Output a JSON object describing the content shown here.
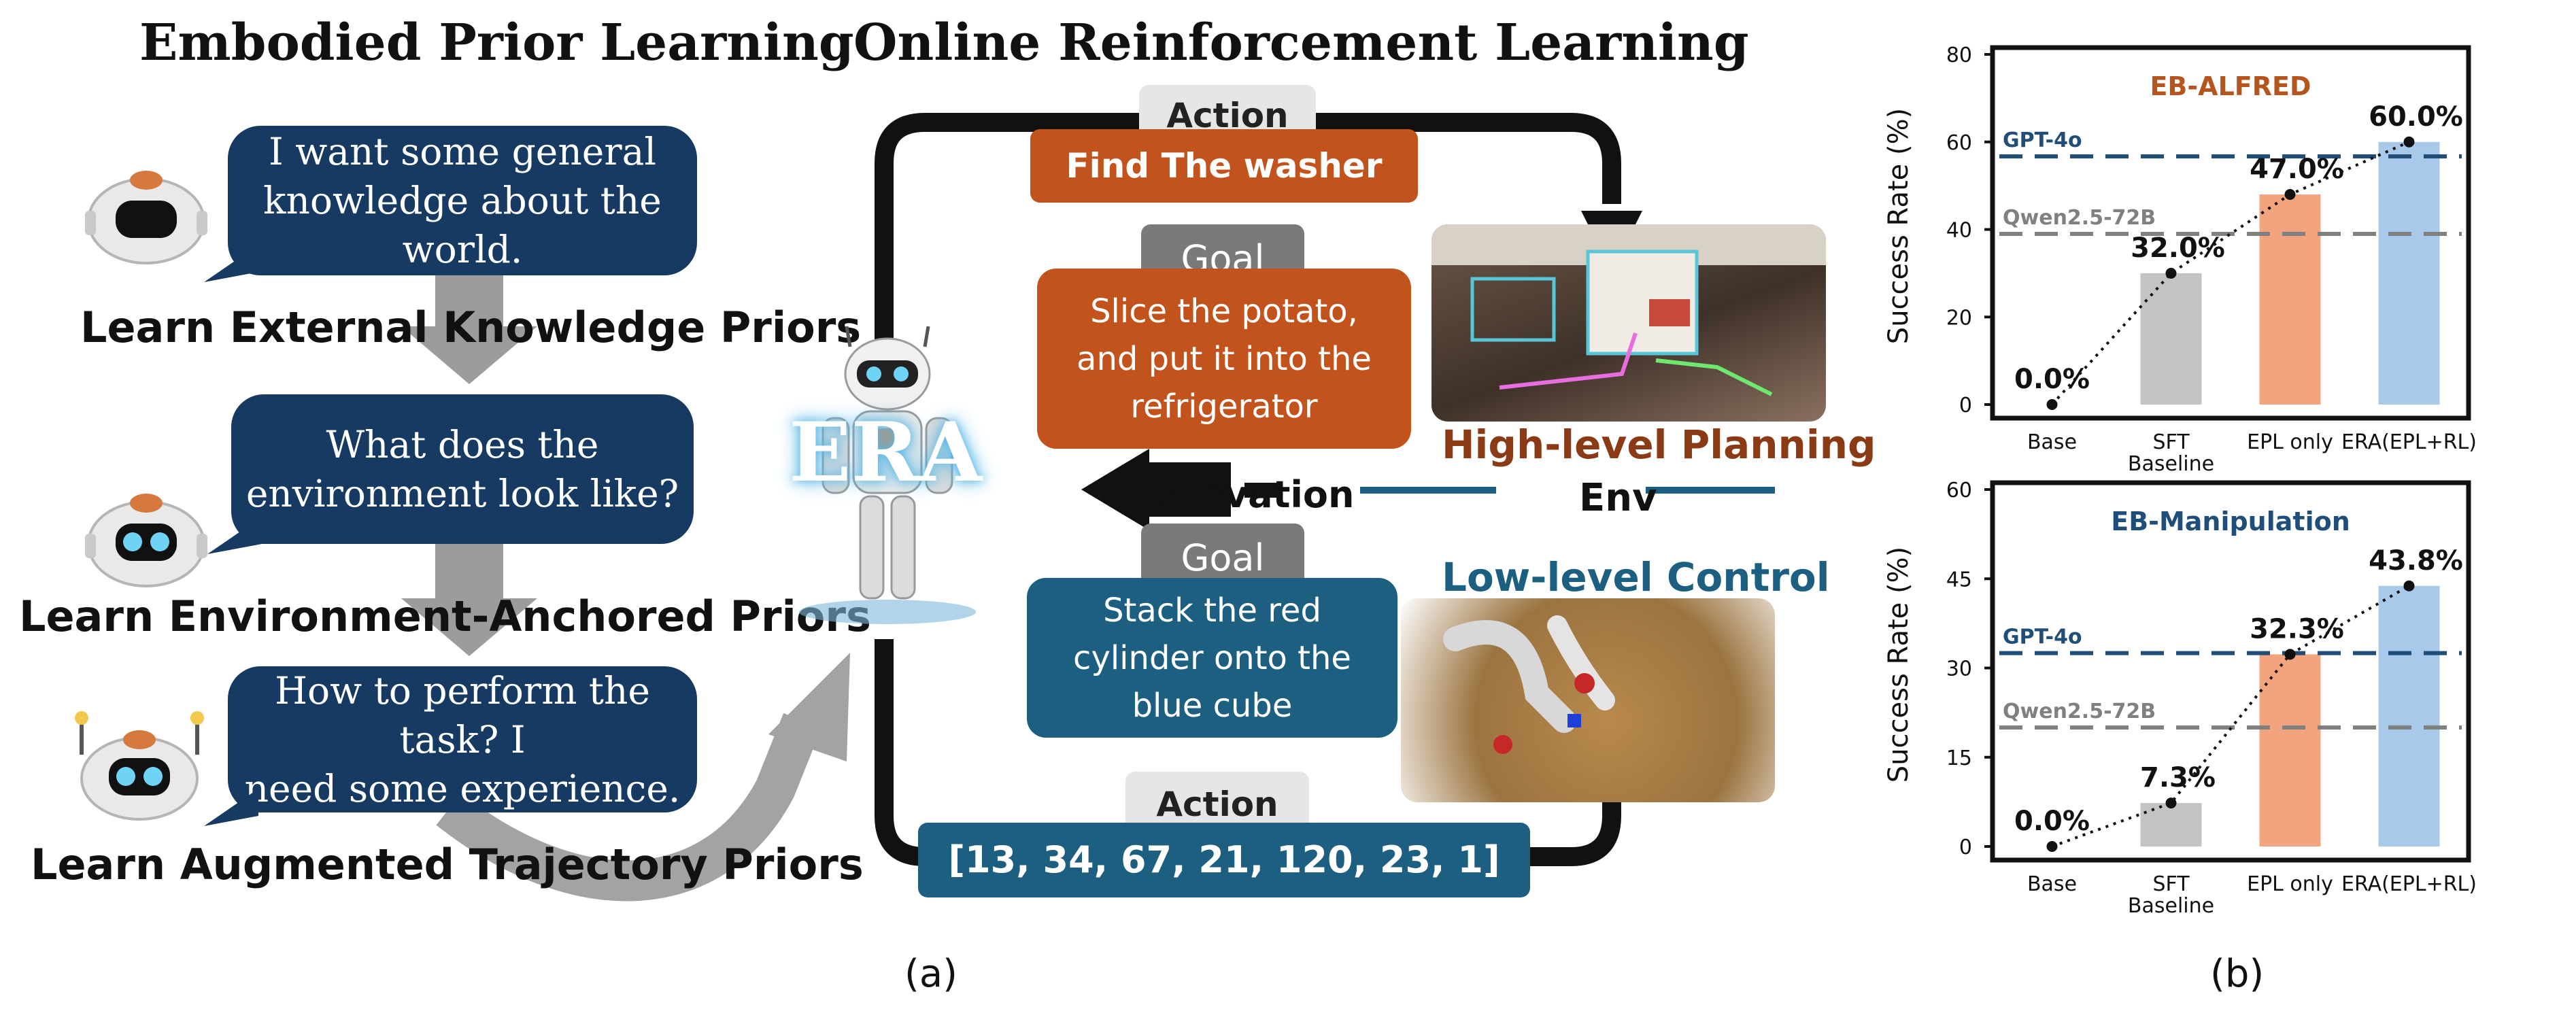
{
  "left": {
    "title": "Embodied Prior Learning",
    "bubbles": [
      {
        "lines": [
          "I want some general",
          "knowledge about the world."
        ]
      },
      {
        "lines": [
          "What does the",
          "environment look like?"
        ]
      },
      {
        "lines": [
          "How to perform the task? I",
          "need some experience."
        ]
      }
    ],
    "priors": [
      "Learn External Knowledge Priors",
      "Learn Environment-Anchored Priors",
      "Learn Augmented Trajectory Priors"
    ]
  },
  "middle": {
    "title": "Online Reinforcement Learning",
    "robot_label": "ERA",
    "action_top_tag": "Action",
    "action_top_text": "Find The washer",
    "goal1_tag": "Goal",
    "goal1_lines": [
      "Slice the potato,",
      "and put it into the",
      "refrigerator"
    ],
    "observation": "Observation",
    "env": "Env",
    "goal2_tag": "Goal",
    "goal2_lines": [
      "Stack the red",
      "cylinder onto the",
      "blue cube"
    ],
    "action_bottom_tag": "Action",
    "action_bottom_text": "[13, 34, 67, 21, 120, 23, 1]",
    "high_level": "High-level Planning",
    "low_level": "Low-level Control",
    "caption": "(a)"
  },
  "right": {
    "caption": "(b)"
  },
  "colors": {
    "navy": "#173a63",
    "orange": "#c2531c",
    "teal": "#1d5f80",
    "brown_label": "#8a3a14",
    "bar_gray": "#c3c3c3",
    "bar_orange": "#f2a47e",
    "bar_blue": "#a9c9ea",
    "gpt4o_line": "#1f4e79",
    "qwen_line": "#808080"
  },
  "icons": [
    "robot-head-icon",
    "robot-figure-icon",
    "kitchen-scene-image",
    "robot-arm-scene-image"
  ],
  "chart_data": [
    {
      "type": "bar",
      "title": "EB-ALFRED",
      "ylabel": "Success Rate (%)",
      "ylim": [
        0,
        80
      ],
      "yticks": [
        0,
        20,
        40,
        60,
        80
      ],
      "categories": [
        "Base",
        "SFT\nBaseline",
        "EPL only",
        "ERA(EPL+RL)"
      ],
      "values": [
        0.0,
        30.0,
        48.0,
        60.0
      ],
      "labels": [
        "0.0%",
        "32.0%",
        "47.0%",
        "60.0%"
      ],
      "reference_lines": [
        {
          "name": "GPT-4o",
          "value": 56.7
        },
        {
          "name": "Qwen2.5-72B",
          "value": 39.0
        }
      ]
    },
    {
      "type": "bar",
      "title": "EB-Manipulation",
      "ylabel": "Success Rate (%)",
      "ylim": [
        0,
        60
      ],
      "yticks": [
        0,
        15,
        30,
        45,
        60
      ],
      "categories": [
        "Base",
        "SFT\nBaseline",
        "EPL only",
        "ERA(EPL+RL)"
      ],
      "values": [
        0.0,
        7.3,
        32.3,
        43.8
      ],
      "labels": [
        "0.0%",
        "7.3%",
        "32.3%",
        "43.8%"
      ],
      "reference_lines": [
        {
          "name": "GPT-4o",
          "value": 32.5
        },
        {
          "name": "Qwen2.5-72B",
          "value": 20.0
        }
      ]
    }
  ]
}
